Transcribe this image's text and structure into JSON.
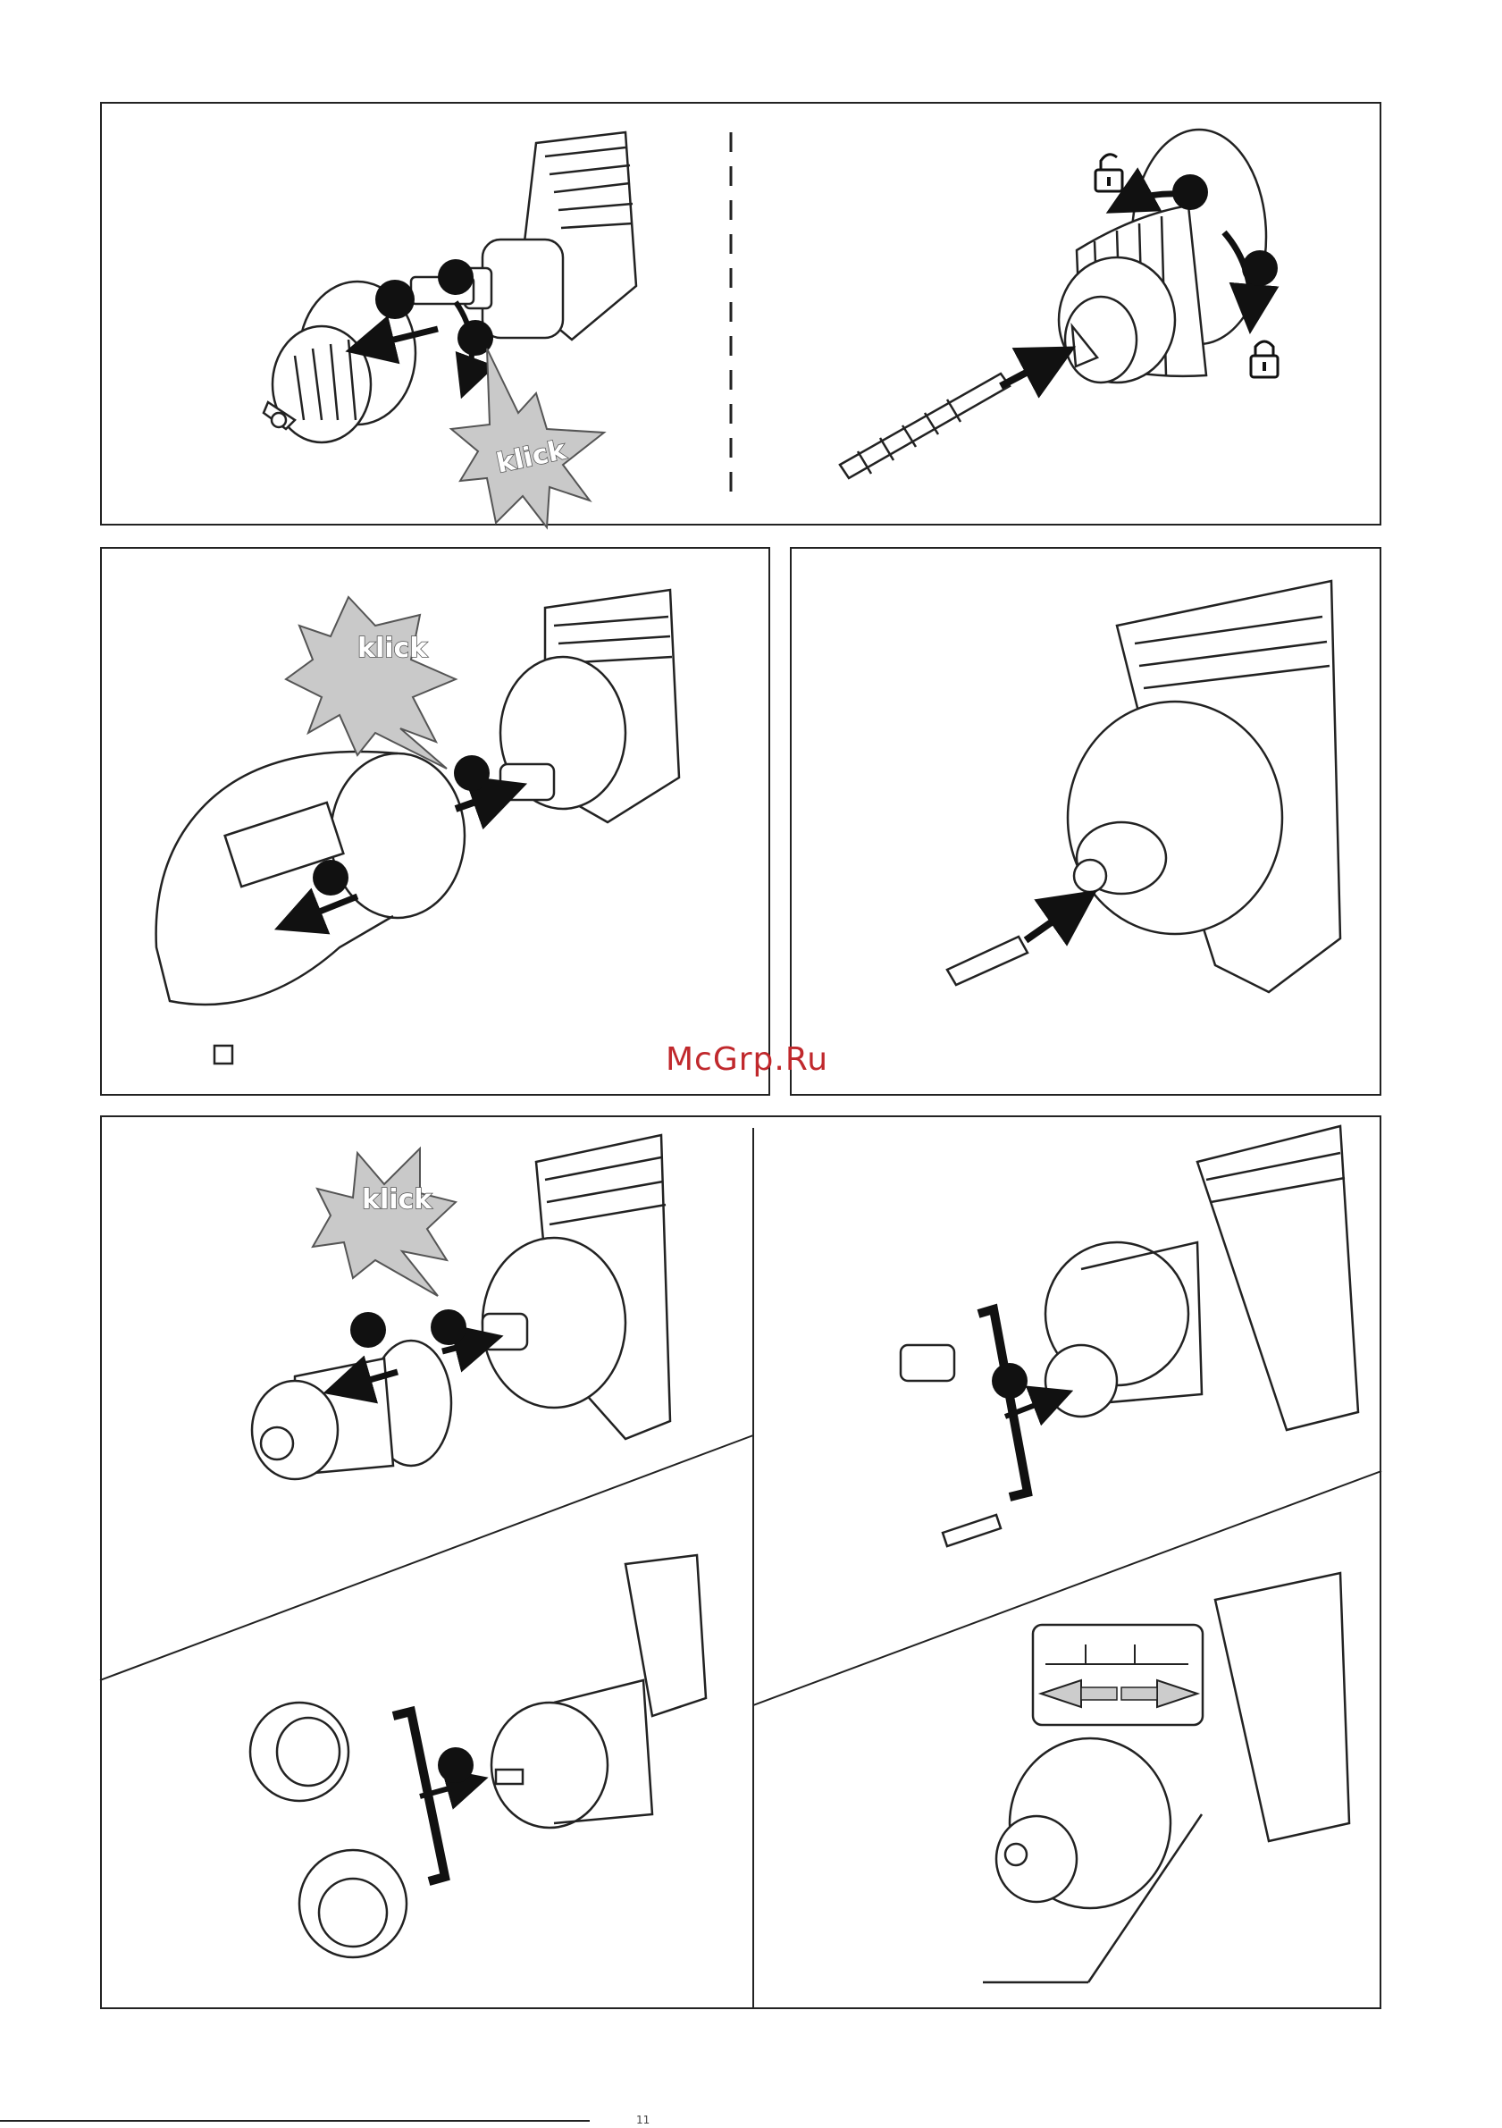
{
  "panels": {
    "p1": {
      "klick": "klick"
    },
    "p3": {
      "klick": "klick"
    },
    "p5": {
      "klick": "klick"
    }
  },
  "watermark": "McGrp.Ru",
  "footer": {
    "text": "11"
  },
  "colors": {
    "watermark": "#c0282c",
    "star": "#c9c9c9",
    "outline": "#222222"
  }
}
